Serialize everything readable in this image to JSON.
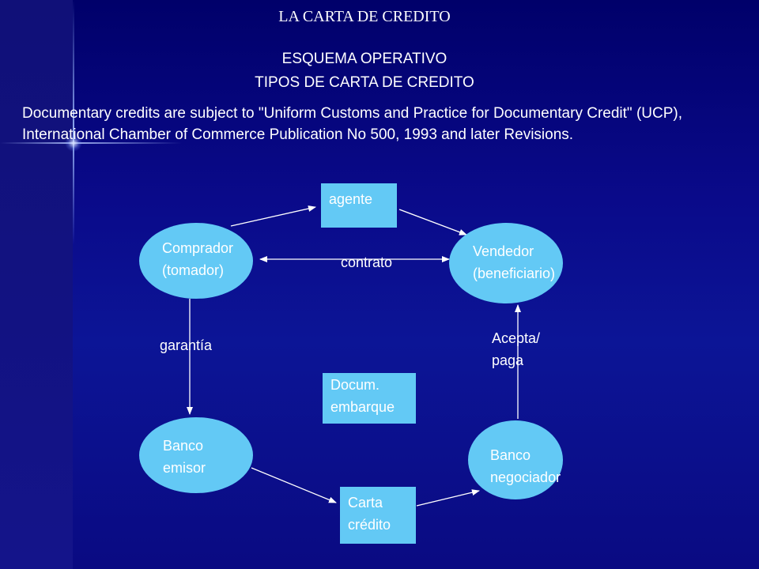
{
  "titles": {
    "main": "LA CARTA DE CREDITO",
    "line2": "ESQUEMA OPERATIVO",
    "line3": "TIPOS DE CARTA DE CREDITO"
  },
  "note": "Documentary credits are subject to \"Uniform Customs and Practice for Documentary Credit\" (UCP), International Chamber of Commerce Publication No 500, 1993  and later Revisions.",
  "nodes": {
    "agente": "agente",
    "comprador": [
      "Comprador",
      "(tomador)"
    ],
    "vendedor": [
      "Vendedor",
      "(beneficiario)"
    ],
    "banco_emisor": [
      "Banco",
      "emisor"
    ],
    "banco_negociador": [
      "Banco",
      "negociador"
    ],
    "docum": [
      "Docum.",
      "embarque"
    ],
    "carta": [
      "Carta",
      "crédito"
    ]
  },
  "edge_labels": {
    "contrato": "contrato",
    "garantia": "garantía",
    "acepta": [
      "Acepta/",
      "paga"
    ]
  },
  "colors": {
    "node_fill": "#63c9f5",
    "text": "#ffffff",
    "background": "#0a0a8a"
  }
}
